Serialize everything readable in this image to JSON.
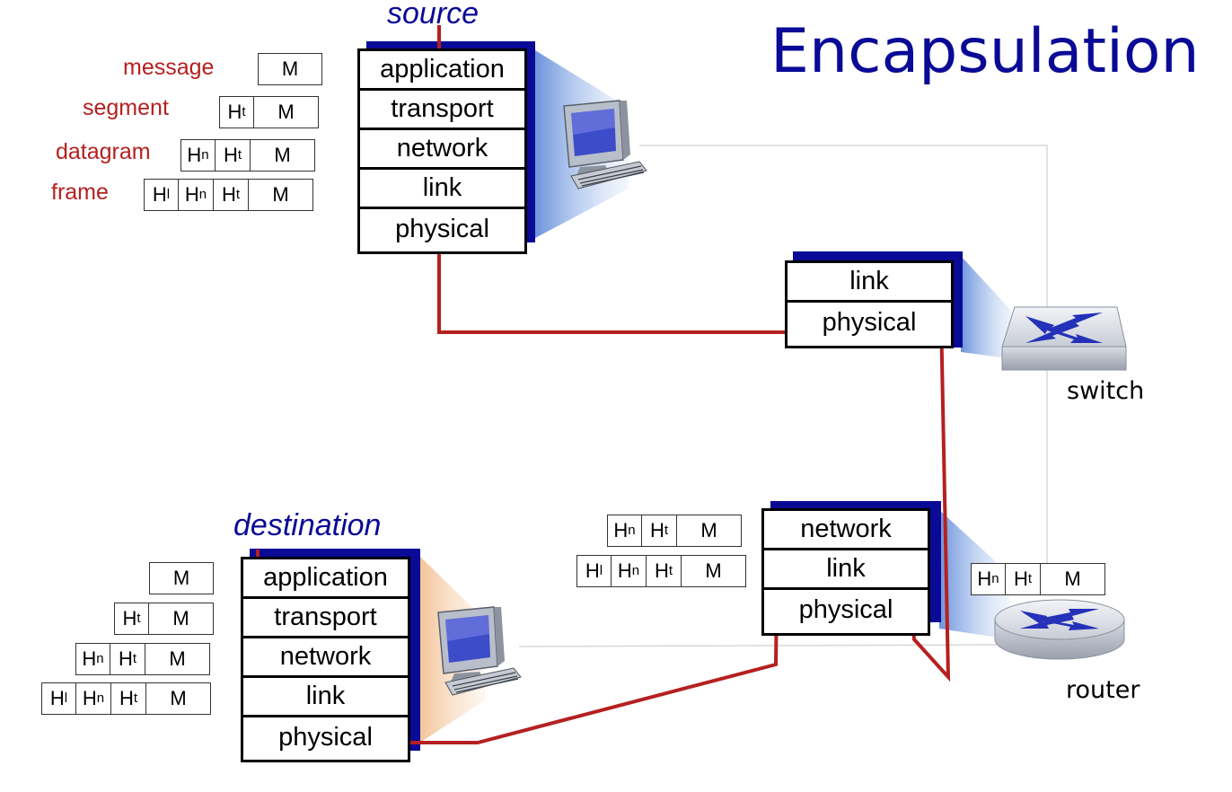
{
  "title": "Encapsulation",
  "source": {
    "label": "source",
    "layers": [
      "application",
      "transport",
      "network",
      "link",
      "physical"
    ]
  },
  "destination": {
    "label": "destination",
    "layers": [
      "application",
      "transport",
      "network",
      "link",
      "physical"
    ]
  },
  "switch": {
    "label": "switch",
    "layers": [
      "link",
      "physical"
    ]
  },
  "router": {
    "label": "router",
    "layers": [
      "network",
      "link",
      "physical"
    ]
  },
  "pdu_names": {
    "message": "message",
    "segment": "segment",
    "datagram": "datagram",
    "frame": "frame"
  },
  "packets": {
    "source": [
      [
        {
          "b": "M",
          "s": ""
        }
      ],
      [
        {
          "b": "H",
          "s": "t"
        },
        {
          "b": "M",
          "s": ""
        }
      ],
      [
        {
          "b": "H",
          "s": "n"
        },
        {
          "b": "H",
          "s": "t"
        },
        {
          "b": "M",
          "s": ""
        }
      ],
      [
        {
          "b": "H",
          "s": "l"
        },
        {
          "b": "H",
          "s": "n"
        },
        {
          "b": "H",
          "s": "t"
        },
        {
          "b": "M",
          "s": ""
        }
      ]
    ],
    "destination": [
      [
        {
          "b": "M",
          "s": ""
        }
      ],
      [
        {
          "b": "H",
          "s": "t"
        },
        {
          "b": "M",
          "s": ""
        }
      ],
      [
        {
          "b": "H",
          "s": "n"
        },
        {
          "b": "H",
          "s": "t"
        },
        {
          "b": "M",
          "s": ""
        }
      ],
      [
        {
          "b": "H",
          "s": "l"
        },
        {
          "b": "H",
          "s": "n"
        },
        {
          "b": "H",
          "s": "t"
        },
        {
          "b": "M",
          "s": ""
        }
      ]
    ],
    "router_left": [
      [
        {
          "b": "H",
          "s": "n"
        },
        {
          "b": "H",
          "s": "t"
        },
        {
          "b": "M",
          "s": ""
        }
      ],
      [
        {
          "b": "H",
          "s": "l"
        },
        {
          "b": "H",
          "s": "n"
        },
        {
          "b": "H",
          "s": "t"
        },
        {
          "b": "M",
          "s": ""
        }
      ]
    ],
    "router_right": [
      [
        {
          "b": "H",
          "s": "n"
        },
        {
          "b": "H",
          "s": "t"
        },
        {
          "b": "M",
          "s": ""
        }
      ]
    ]
  },
  "colors": {
    "accent": "#0a0a96",
    "path": "#b52020",
    "pdu_text": "#b52020"
  },
  "icons": [
    "computer-icon",
    "switch-icon",
    "router-icon"
  ]
}
